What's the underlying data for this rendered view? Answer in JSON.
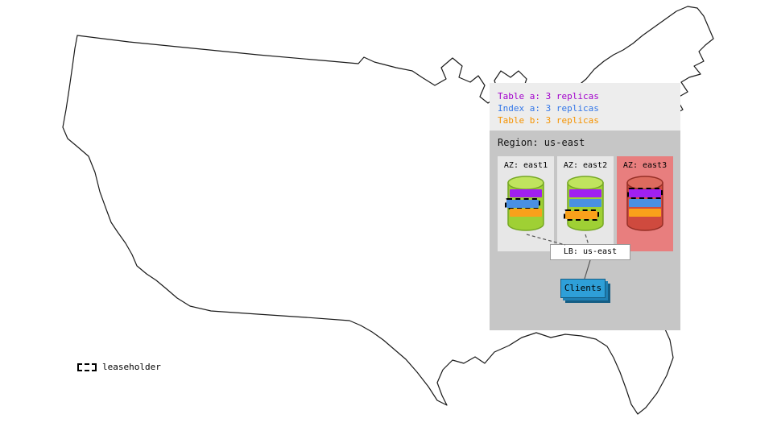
{
  "replica_legend": {
    "items": [
      {
        "id": "table-a",
        "label": "Table a: 3 replicas",
        "color": "#a200cc"
      },
      {
        "id": "index-a",
        "label": "Index a: 3 replicas",
        "color": "#3477e8"
      },
      {
        "id": "table-b",
        "label": "Table b: 3 replicas",
        "color": "#f59300"
      }
    ]
  },
  "region": {
    "title": "Region: us-east",
    "zones": [
      {
        "label": "AZ: east1",
        "zone_color": "#e7e7e7",
        "node_color": "#9fd034",
        "replicas": [
          {
            "name": "Table a",
            "color": "#a020f0",
            "leaseholder": false
          },
          {
            "name": "Index a",
            "color": "#4a90e2",
            "leaseholder": true
          },
          {
            "name": "Table b",
            "color": "#f9a11b",
            "leaseholder": false
          }
        ]
      },
      {
        "label": "AZ: east2",
        "zone_color": "#e7e7e7",
        "node_color": "#9fd034",
        "replicas": [
          {
            "name": "Table a",
            "color": "#a020f0",
            "leaseholder": false
          },
          {
            "name": "Index a",
            "color": "#4a90e2",
            "leaseholder": false
          },
          {
            "name": "Table b",
            "color": "#f9a11b",
            "leaseholder": true
          }
        ]
      },
      {
        "label": "AZ: east3",
        "zone_color": "#e87e7e",
        "node_color": "#cf4a3e",
        "replicas": [
          {
            "name": "Table a",
            "color": "#a020f0",
            "leaseholder": true
          },
          {
            "name": "Index a",
            "color": "#4a90e2",
            "leaseholder": false
          },
          {
            "name": "Table b",
            "color": "#f9a11b",
            "leaseholder": false
          }
        ]
      }
    ],
    "load_balancer": {
      "label": "LB: us-east"
    },
    "clients": {
      "label": "Clients",
      "color": "#2e9fd8"
    }
  },
  "map_legend": {
    "leaseholder_label": "leaseholder"
  }
}
